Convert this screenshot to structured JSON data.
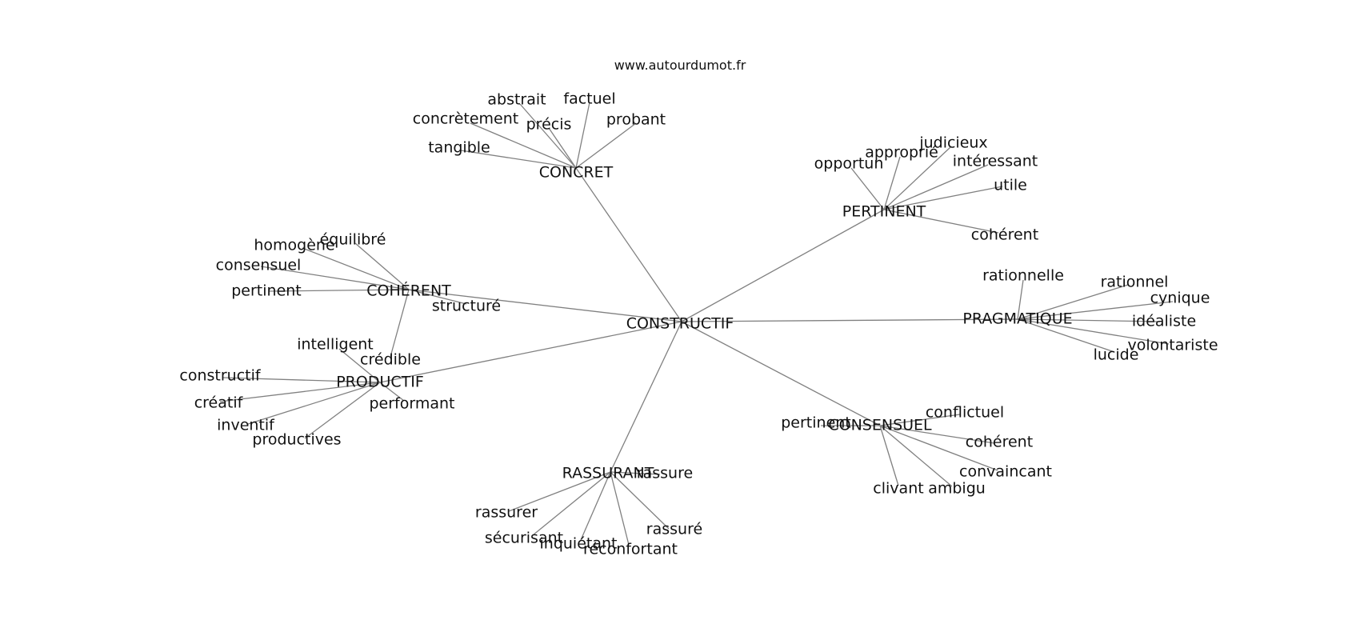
{
  "header": {
    "source": "www.autourdumot.fr"
  },
  "graph": {
    "center": "CONSTRUCTIF",
    "hubs": [
      {
        "word": "CONCRET",
        "leaves": [
          "abstrait",
          "factuel",
          "concrètement",
          "précis",
          "probant",
          "tangible"
        ]
      },
      {
        "word": "PERTINENT",
        "leaves": [
          "judicieux",
          "approprié",
          "opportun",
          "intéressant",
          "utile",
          "cohérent"
        ]
      },
      {
        "word": "COHÉRENT",
        "leaves": [
          "équilibré",
          "homogène",
          "consensuel",
          "pertinent",
          "structuré",
          "crédible"
        ]
      },
      {
        "word": "PRAGMATIQUE",
        "leaves": [
          "rationnelle",
          "rationnel",
          "cynique",
          "idéaliste",
          "volontariste",
          "lucide"
        ]
      },
      {
        "word": "PRODUCTIF",
        "leaves": [
          "intelligent",
          "constructif",
          "créatif",
          "inventif",
          "productives",
          "performant"
        ]
      },
      {
        "word": "CONSENSUEL",
        "leaves": [
          "conflictuel",
          "pertinent",
          "cohérent",
          "convaincant",
          "clivant",
          "ambigu"
        ]
      },
      {
        "word": "RASSURANT",
        "leaves": [
          "rassure",
          "rassurer",
          "sécurisant",
          "inquiétant",
          "réconfortant",
          "rassuré"
        ]
      }
    ]
  }
}
